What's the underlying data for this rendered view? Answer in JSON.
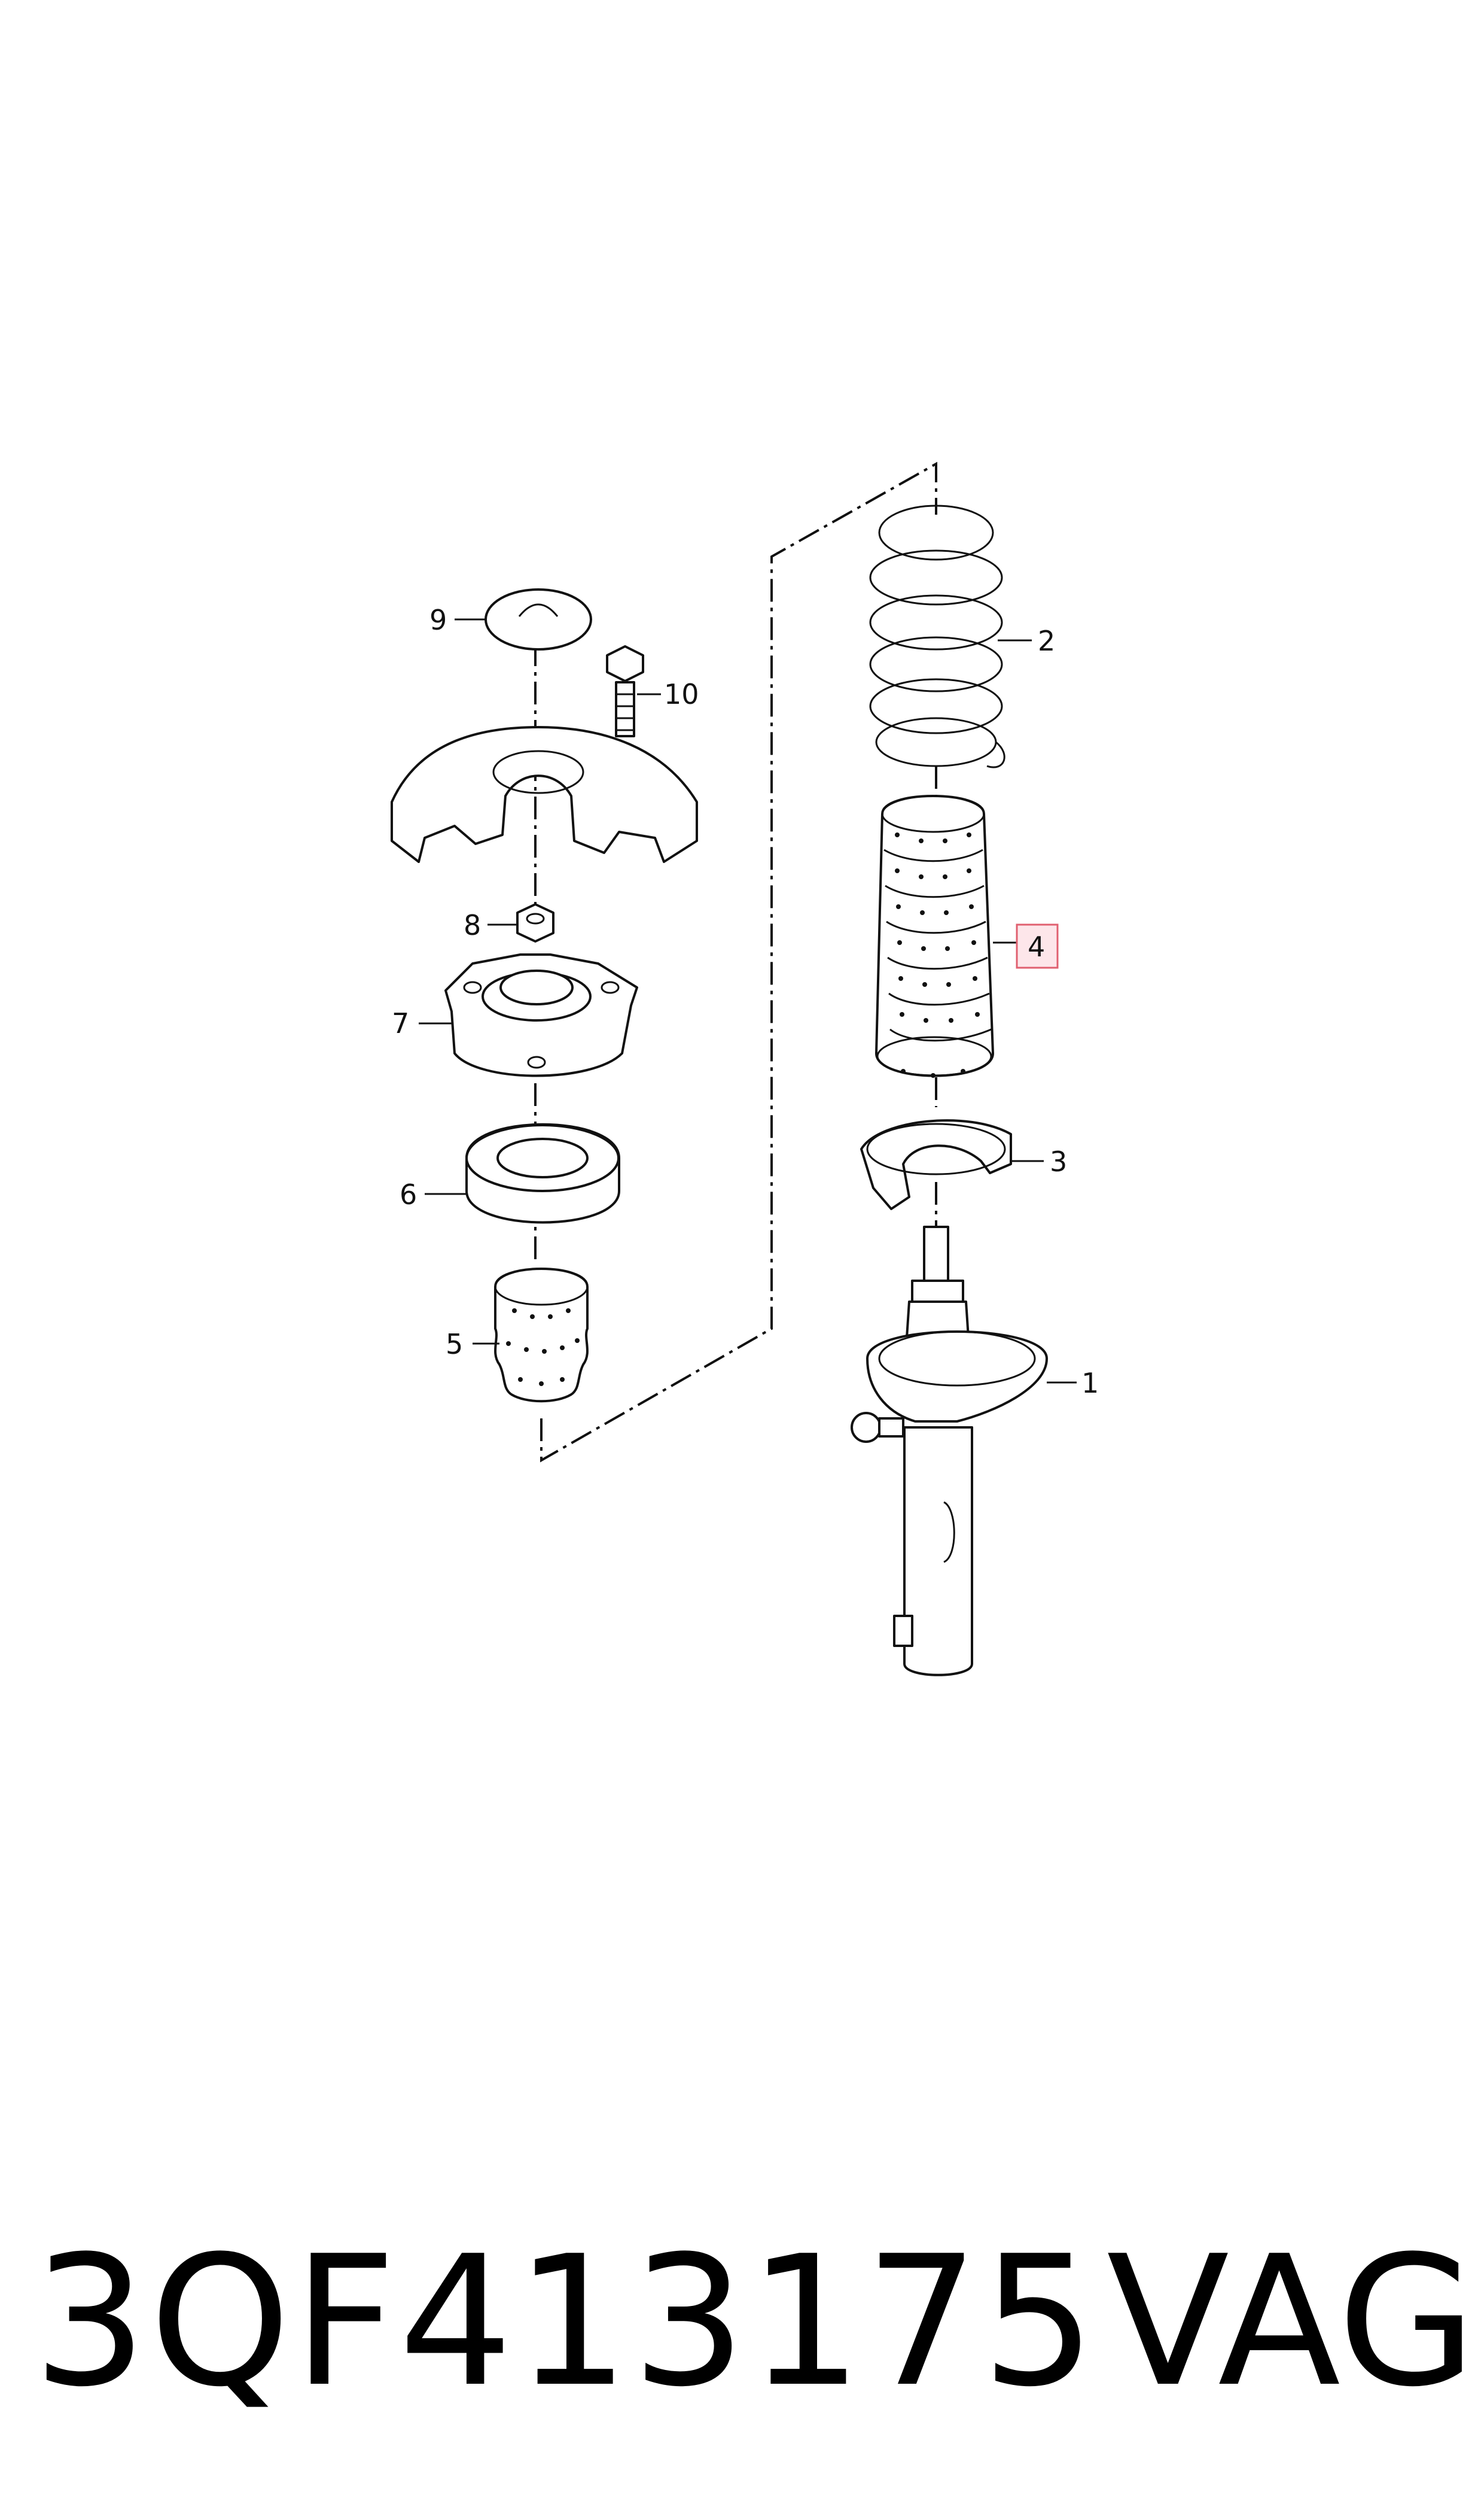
{
  "diagram": {
    "labels": {
      "p1": "1",
      "p2": "2",
      "p3": "3",
      "p4": "4",
      "p5": "5",
      "p6": "6",
      "p7": "7",
      "p8": "8",
      "p9": "9",
      "p10": "10"
    },
    "highlight_color": "#e06070",
    "highlight_fill": "#fde6ea",
    "highlighted_part": "4"
  },
  "footer": {
    "part_number": "3QF413175",
    "brand": "VAG"
  }
}
